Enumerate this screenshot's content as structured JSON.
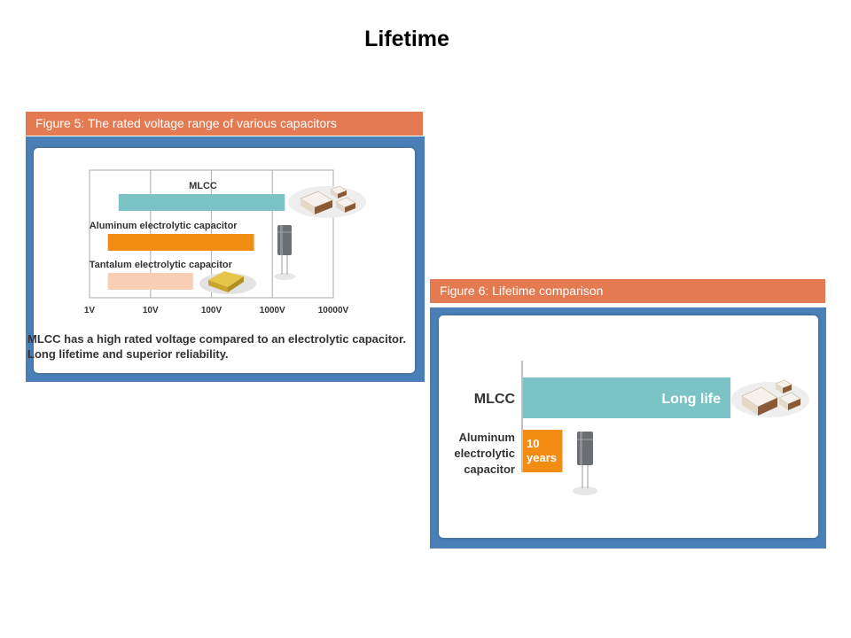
{
  "slide": {
    "title": "Lifetime"
  },
  "colors": {
    "header": "#e37a52",
    "frame": "#4a7fb7",
    "mlcc": "#7cc3c6",
    "aluminum": "#f28c12",
    "tantalum": "#f8cfb4",
    "text": "#333333"
  },
  "icons": {
    "mlcc": "mlcc-chips-icon",
    "aluminum": "electrolytic-capacitor-icon",
    "tantalum": "tantalum-capacitor-icon"
  },
  "fig5": {
    "header": "Figure 5: The rated voltage range of various capacitors",
    "caption": "MLCC has a high rated voltage compared to an electrolytic capacitor. Long lifetime and superior reliability."
  },
  "fig6": {
    "header": "Figure 6: Lifetime comparison"
  },
  "chart_data": [
    {
      "type": "bar",
      "orientation": "horizontal",
      "x_scale": "log",
      "xlim_v": [
        1,
        10000
      ],
      "ticks": [
        "1V",
        "10V",
        "100V",
        "1000V",
        "10000V"
      ],
      "tick_values_v": [
        1,
        10,
        100,
        1000,
        10000
      ],
      "grid": true,
      "series": [
        {
          "name": "MLCC",
          "range_v": [
            3,
            1600
          ]
        },
        {
          "name": "Aluminum electrolytic capacitor",
          "range_v": [
            2,
            500
          ]
        },
        {
          "name": "Tantalum electrolytic capacitor",
          "range_v": [
            2,
            50
          ]
        }
      ]
    },
    {
      "type": "bar",
      "orientation": "horizontal",
      "categories": [
        "MLCC",
        "Aluminum electrolytic capacitor"
      ],
      "category_lines": [
        [
          "MLCC"
        ],
        [
          "Aluminum",
          "electrolytic",
          "capacitor"
        ]
      ],
      "bar_labels": [
        "Long life",
        "10 years"
      ],
      "bar_label_lines": [
        [
          "Long life"
        ],
        [
          "10",
          "years"
        ]
      ],
      "relative_lengths": [
        1.0,
        0.19
      ]
    }
  ]
}
